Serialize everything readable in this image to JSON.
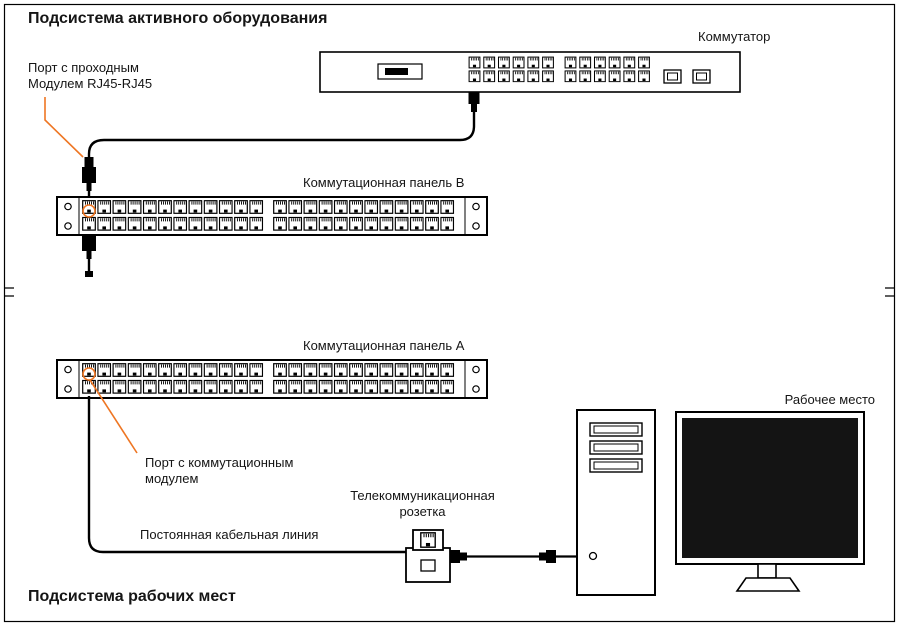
{
  "sections": {
    "active_equipment": {
      "title": "Подсистема активного оборудования"
    },
    "workplaces": {
      "title": "Подсистема рабочих мест"
    }
  },
  "labels": {
    "switch": "Коммутатор",
    "passthrough_port": "Порт с проходным\nМодулем RJ45-RJ45",
    "panel_b": "Коммутационная панель B",
    "panel_a": "Коммутационная панель A",
    "patch_module_port": "Порт с коммутационным\nмодулем",
    "permanent_link": "Постоянная кабельная линия",
    "telecom_outlet": "Телекоммуникационная\nрозетка",
    "workplace": "Рабочее место"
  },
  "colors": {
    "accent": "#ee7623",
    "line": "#000000",
    "screen": "#141414"
  }
}
